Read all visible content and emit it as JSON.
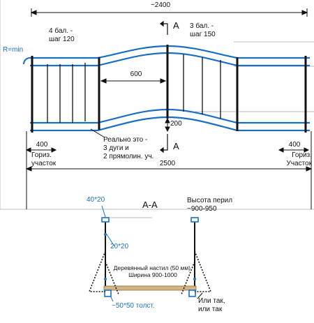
{
  "plan": {
    "overall_top": "~2400",
    "overall_bottom": "2500",
    "bend_radius": "R=min",
    "left_step_label": "4 бал. -\nшаг 120",
    "right_step_label": "3 бал. -\nшаг 150",
    "middle_span": "600",
    "offset": "200",
    "left_end": "400",
    "right_end": "400",
    "left_end_note": "Гориз.\nучасток",
    "right_end_note": "Гориз.\nУчасток",
    "reality_note": "Реально это -\n3 дуги и\n2 прямолин. уч.",
    "section_mark": "A"
  },
  "section": {
    "title": "А-А",
    "top_post": "40*20",
    "post": "20*20",
    "height_note": "Высота перил\n~900-950",
    "deck_note": "Деревянный настил (50 мм).\nШирина 900-1000",
    "beam": "~50*50 толст.",
    "alt_note": "Или так,\nили так"
  },
  "colors": {
    "rail": "#1a6fc4",
    "line": "#111111",
    "deck": "#d4b483",
    "guide": "#bbbbbb"
  }
}
